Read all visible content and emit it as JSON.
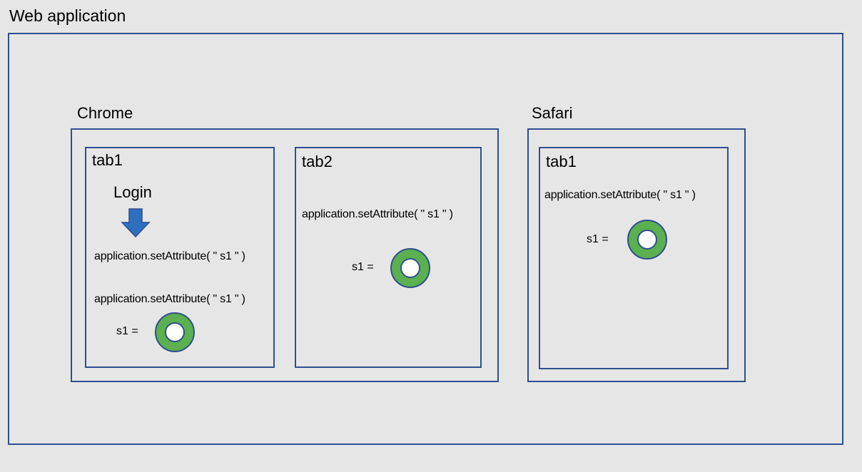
{
  "app": {
    "title": "Web application"
  },
  "browsers": {
    "chrome": {
      "label": "Chrome",
      "tab1": {
        "label": "tab1",
        "login_label": "Login",
        "code_line_1": "application.setAttribute( \" s1 \" )",
        "code_line_2": "application.setAttribute( \" s1 \" )",
        "var_label": "s1 ="
      },
      "tab2": {
        "label": "tab2",
        "code_line": "application.setAttribute( \" s1 \" )",
        "var_label": "s1 ="
      }
    },
    "safari": {
      "label": "Safari",
      "tab1": {
        "label": "tab1",
        "code_line": "application.setAttribute( \" s1 \" )",
        "var_label": "s1 ="
      }
    }
  },
  "colors": {
    "background": "#e6e6e6",
    "border": "#2f4f8f",
    "ring": "#5bb050",
    "arrow": "#2f6fbf"
  },
  "icons": {
    "arrow": "arrow-down-icon",
    "value": "ring-icon"
  }
}
